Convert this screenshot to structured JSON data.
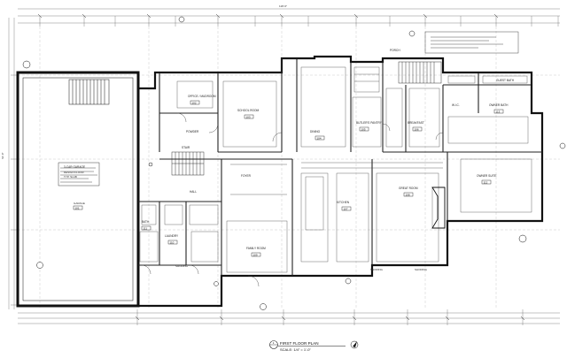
{
  "drawing": {
    "title": "FIRST FLOOR PLAN",
    "scale": "SCALE: 1/4\" = 1'-0\"",
    "marker_number": "1"
  },
  "rooms": {
    "garage": "3-CAR GARAGE",
    "office": "OFFICE / MUDROOM",
    "school": "SCHOOL ROOM",
    "dining": "DINING",
    "kitchen": "KITCHEN",
    "butler": "BUTLER'S PANTRY",
    "breakfast": "BREAKFAST",
    "family": "FAMILY ROOM",
    "great": "GREAT ROOM",
    "laundry": "LAUNDRY",
    "bath": "BATH",
    "hall": "HALL",
    "foyer": "FOYER",
    "powder": "POWDER",
    "stair": "STAIR",
    "closet": "W.I.C.",
    "owner_bath": "OWNER BATH",
    "owner": "OWNER SUITE",
    "guest": "GUEST BATH",
    "porch": "PORCH"
  },
  "tags": {
    "room_numbers": [
      "101",
      "102",
      "103",
      "104",
      "105",
      "106",
      "107",
      "108",
      "109",
      "110",
      "111",
      "112",
      "113"
    ]
  },
  "labels": {
    "shoring1": "SHORING",
    "shoring2": "SHORING",
    "shoring3": "SHORING"
  },
  "dims": {
    "top_overall": "118'-6\"",
    "left": "62'-0\""
  }
}
